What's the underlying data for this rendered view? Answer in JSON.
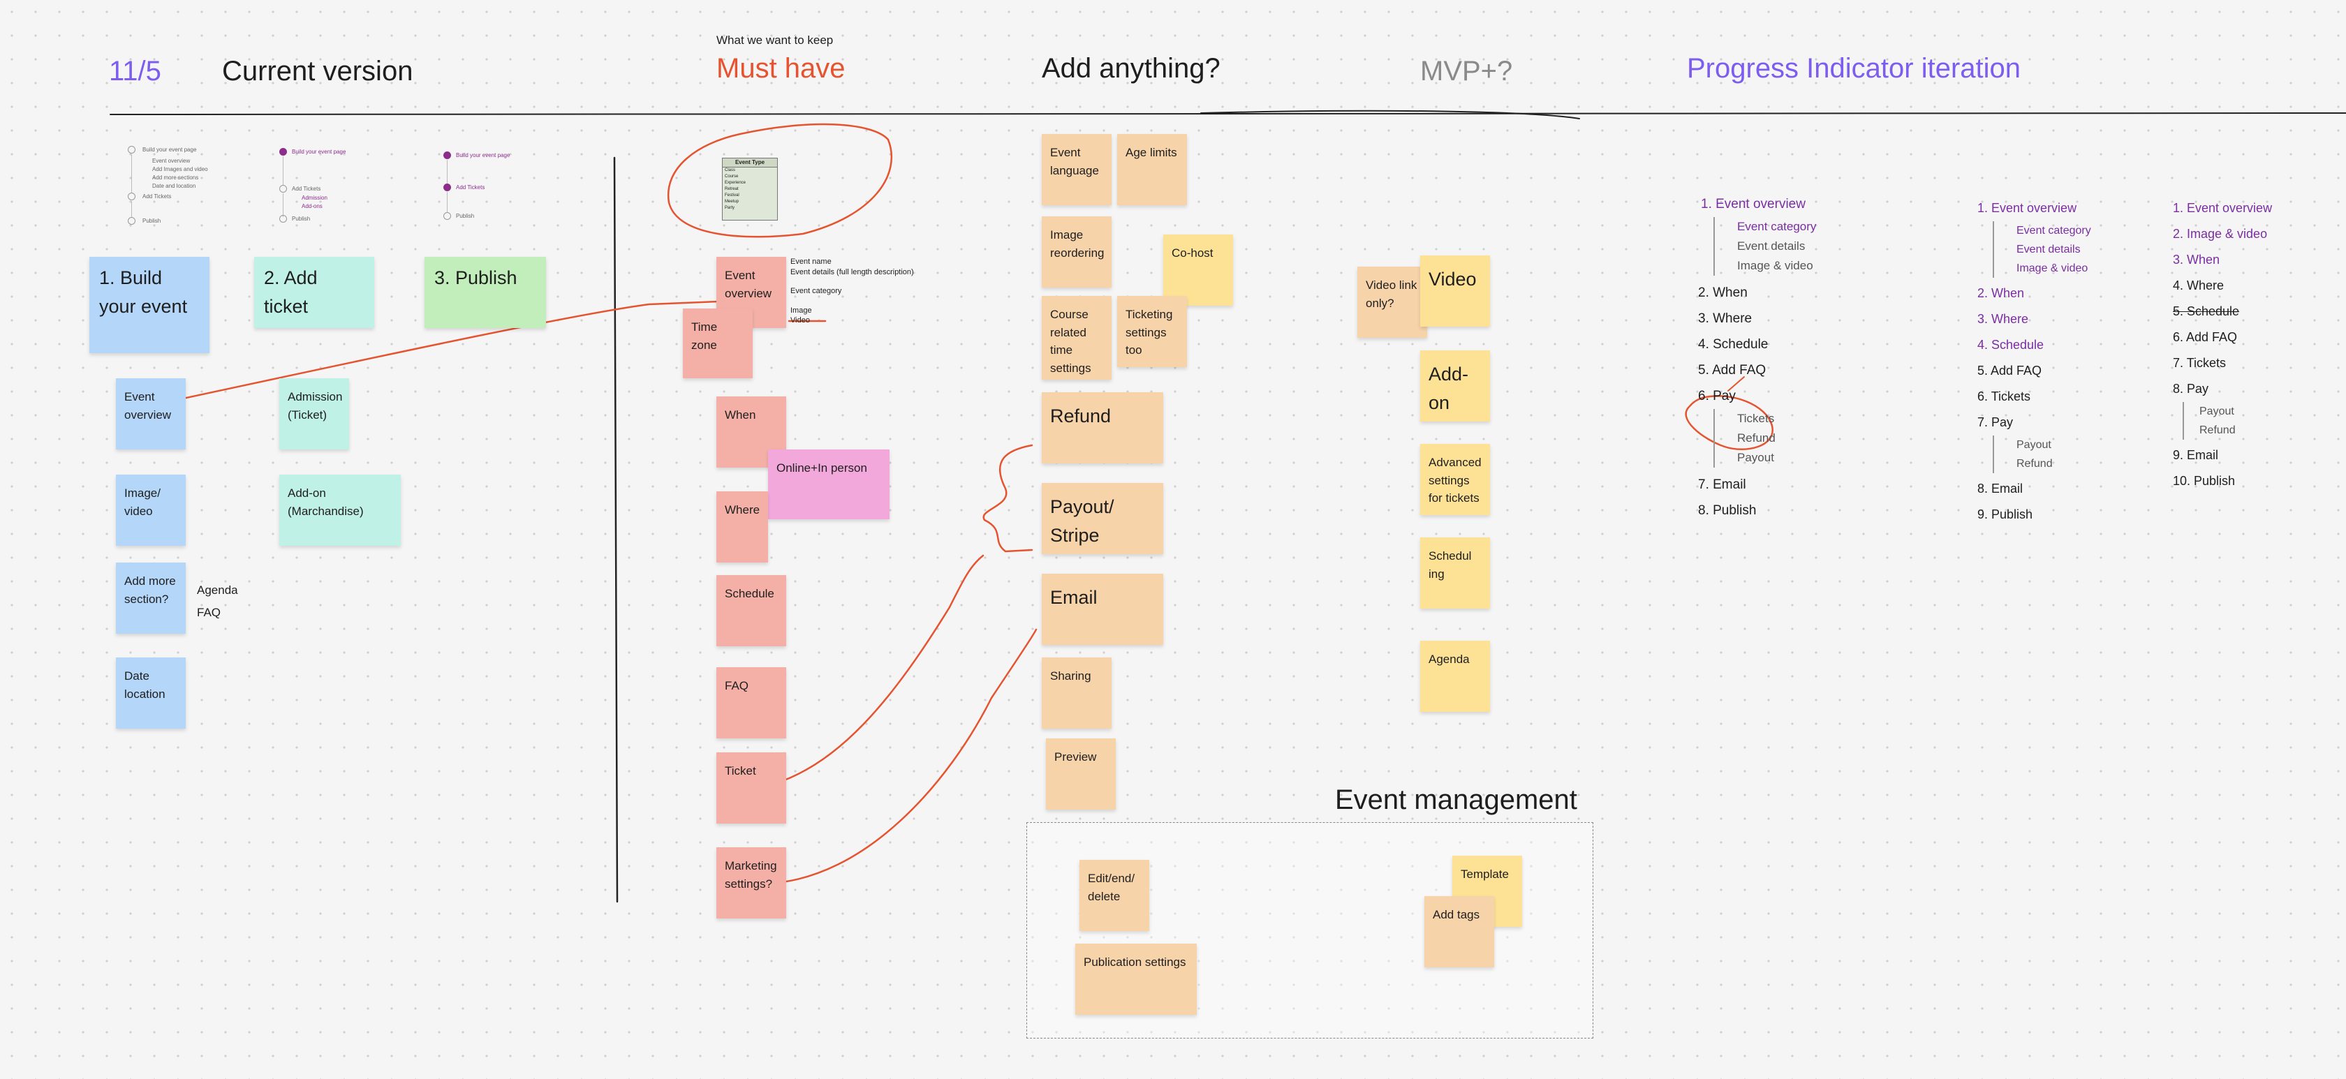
{
  "header": {
    "date": "11/5",
    "current_version": "Current version",
    "keep_caption": "What we want to keep",
    "must_have": "Must have",
    "add_anything": "Add anything?",
    "mvp_plus": "MVP+?",
    "progress_title": "Progress Indicator iteration"
  },
  "colors": {
    "purple": "#7d5cf0",
    "red": "#e5532f",
    "gray": "#8a8a8a",
    "blue_sticky": "#b3d6f9",
    "teal_sticky": "#c0f1e7",
    "green_sticky": "#c1eeba",
    "red_sticky": "#f4b0a6",
    "pink_sticky": "#f3a8dc",
    "orange_sticky": "#f7d3aa",
    "yellow_sticky": "#fde296"
  },
  "current": {
    "flow1": {
      "step1": "Build your event page",
      "sub1": "Event overview",
      "sub2": "Add Images and video",
      "sub3": "Add more sections",
      "sub4": "Date and location",
      "step2": "Add Tickets",
      "step3": "Publish"
    },
    "flow2": {
      "step1": "Build your event page",
      "step2": "Add Tickets",
      "sub1": "Admission",
      "sub2": "Add-ons",
      "step3": "Publish"
    },
    "flow3": {
      "step1": "Build your event page",
      "step2": "Add Tickets",
      "step3": "Publish"
    },
    "step_build": "1. Build your event",
    "step_ticket": "2. Add ticket",
    "step_publish": "3. Publish",
    "event_overview": "Event overview",
    "image_video": "Image/ video",
    "add_more": "Add more section?",
    "agenda": "Agenda",
    "faq": "FAQ",
    "date_location": "Date location",
    "admission": "Admission (Ticket)",
    "addon": "Add-on (Marchandise)"
  },
  "must": {
    "table_title": "Event Type",
    "table_rows": [
      "Class",
      "Course",
      "Experience",
      "Retreat",
      "Festival",
      "Meetup",
      "Party"
    ],
    "event_overview": "Event overview",
    "overview_note1": "Event name",
    "overview_note2": "Event details (full length description)",
    "overview_note3": "Event category",
    "overview_note4": "Image",
    "overview_note5": "Video",
    "time_zone": "Time zone",
    "when": "When",
    "online": "Online+In person",
    "where": "Where",
    "schedule": "Schedule",
    "faq": "FAQ",
    "ticket": "Ticket",
    "marketing": "Marketing settings?"
  },
  "add": {
    "event_language": "Event language",
    "age_limits": "Age limits",
    "image_reordering": "Image reordering",
    "cohost": "Co-host",
    "course_time": "Course related time settings",
    "ticketing": "Ticketing settings too",
    "refund": "Refund",
    "payout": "Payout/ Stripe",
    "email": "Email",
    "sharing": "Sharing",
    "preview": "Preview"
  },
  "mvp": {
    "video_link": "Video link only?",
    "video": "Video",
    "addon": "Add-on",
    "advanced": "Advanced settings for tickets",
    "scheduling": "Schedul ing",
    "agenda": "Agenda"
  },
  "management": {
    "title": "Event management",
    "edit": "Edit/end/ delete",
    "publication": "Publication settings",
    "template": "Template",
    "tags": "Add tags"
  },
  "progress": {
    "col1": {
      "i1": "1. Event overview",
      "s1": "Event category",
      "s2": "Event details",
      "s3": "Image & video",
      "i2": "2. When",
      "i3": "3. Where",
      "i4": "4. Schedule",
      "i5": "5. Add FAQ",
      "i6": "6. Pay",
      "p1": "Tickets",
      "p2": "Refund",
      "p3": "Payout",
      "i7": "7. Email",
      "i8": "8. Publish"
    },
    "col2": {
      "i1": "1. Event overview",
      "s1": "Event category",
      "s2": "Event details",
      "s3": "Image & video",
      "i2": "2. When",
      "i3": "3. Where",
      "i4": "4. Schedule",
      "i5": "5. Add FAQ",
      "i6": "6. Tickets",
      "i7": "7. Pay",
      "p1": "Payout",
      "p2": "Refund",
      "i8": "8. Email",
      "i9": "9. Publish"
    },
    "col3": {
      "i1": "1. Event overview",
      "i2": "2. Image & video",
      "i3": "3. When",
      "i4": "4. Where",
      "i5": "5. Schedule",
      "i6": "6. Add FAQ",
      "i7": "7. Tickets",
      "i8": "8. Pay",
      "p1": "Payout",
      "p2": "Refund",
      "i9": "9. Email",
      "i10": "10. Publish"
    }
  }
}
